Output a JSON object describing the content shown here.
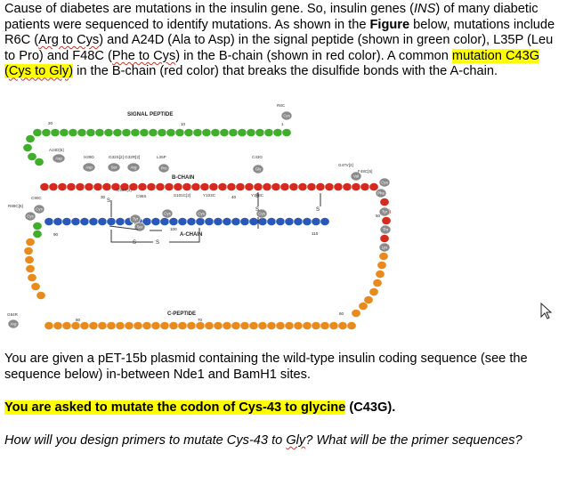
{
  "intro": {
    "s1": "Cause of diabetes are mutations in the insulin gene. So, insulin genes (",
    "s1_italic": "INS",
    "s1_end": ") of many diabetic patients were sequenced to identify mutations. As shown in the ",
    "figure_word": "Figure",
    "s2": " below, mutations include R6C (",
    "arg_cys": "Arg to Cys",
    "s3": ") and A24D (Ala to Asp) in the signal peptide (shown in green color), L35P (Leu to Pro) and F48C (",
    "phe_cys": "Phe to Cys",
    "s4": ") in the B-chain (shown in red color). A common ",
    "hl_a": "mutation C43G (",
    "cys_gly": "Cys to Gly",
    "hl_b": ")",
    "s5": " in the B-chain (red color) that breaks the disulfide bonds with the A-chain."
  },
  "figure": {
    "labels": {
      "signal_peptide": "SIGNAL PEPTIDE",
      "b_chain": "B-CHAIN",
      "a_chain": "A-CHAIN",
      "c_peptide": "C-PEPTIDE"
    },
    "mutations": {
      "r6c": "R6C",
      "a24d": "A24D[5]",
      "h29d": "H29D",
      "g32s": "G32S[2]  G32R[2]",
      "l35p": "L35P",
      "c43g": "C43G",
      "g47v": "G47V[2]",
      "f48c": "F48C[5]",
      "c96y": "C96Y[3]",
      "c96s": "C96S",
      "s101c": "S101C[2]",
      "y103c": "Y103C",
      "y108c": "Y108C",
      "c90c": "C90C",
      "r89c": "R89C[6]",
      "g84r": "G84R"
    },
    "residues": {
      "asp": "Asp",
      "ser": "Ser",
      "arg": "Arg",
      "pro": "Pro",
      "gly": "Gly",
      "val": "Val",
      "cys": "Cys",
      "tyr": "Tyr",
      "phe": "Phe",
      "thr": "Thr",
      "lys": "Lys",
      "glu": "Glu"
    },
    "numbers": {
      "n1": "1",
      "n10": "10",
      "n20": "20",
      "n30": "30",
      "n40": "40",
      "n50": "50",
      "n60": "60",
      "n70": "70",
      "n80": "80",
      "n90": "90",
      "n100": "100",
      "n110": "110"
    },
    "bond_s": "S"
  },
  "plasmid_text": "You are given a pET-15b plasmid containing the wild-type insulin coding sequence (see the sequence below) in-between Nde1 and BamH1 sites.",
  "task_text": "You are asked to mutate the codon of Cys-43 to glycine",
  "task_suffix": " (C43G).",
  "question": {
    "a": "How will you design primers to mutate Cys-43 to ",
    "gly": "Gly",
    "b": "? What will be the primer sequences?"
  },
  "colors": {
    "green": "#3fae2a",
    "red": "#d62a1e",
    "blue": "#2a58b8",
    "orange": "#e88a1c",
    "gray": "#8a8a8a",
    "highlight": "#ffff00"
  },
  "icons": [
    "cursor-icon"
  ]
}
